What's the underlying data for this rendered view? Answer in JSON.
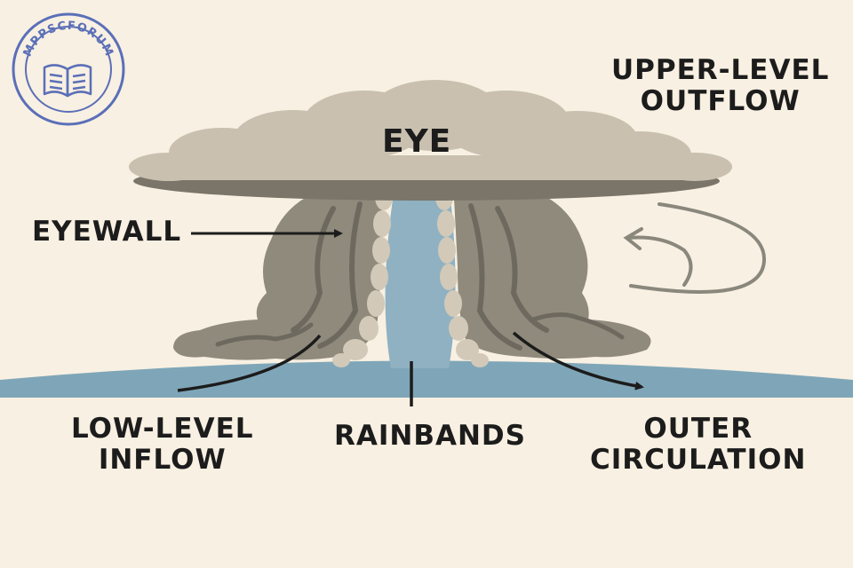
{
  "logo": {
    "text": "MPPSCFORUM",
    "colors": {
      "ring": "#5b6fb8"
    },
    "icon": "open-book-icon"
  },
  "labels": {
    "eye": "EYE",
    "upper_outflow": [
      "UPPER-LEVEL",
      "OUTFLOW"
    ],
    "eyewall": "EYEWALL",
    "low_level_inflow": [
      "LOW-LEVEL",
      "INFLOW"
    ],
    "rainbands": "RAINBANDS",
    "outer_circulation": [
      "OUTER",
      "CIRCULATION"
    ]
  },
  "colors": {
    "background": "#f8f0e2",
    "ocean": "#7fa6b8",
    "eye_column": "#8fb1c2",
    "cloud_top": "#c9c0af",
    "cloud_body": "#8f8a7c",
    "cloud_shadow": "#6e695e",
    "arrow": "#1c1c1c",
    "outflow_arrow": "#8a877d"
  }
}
